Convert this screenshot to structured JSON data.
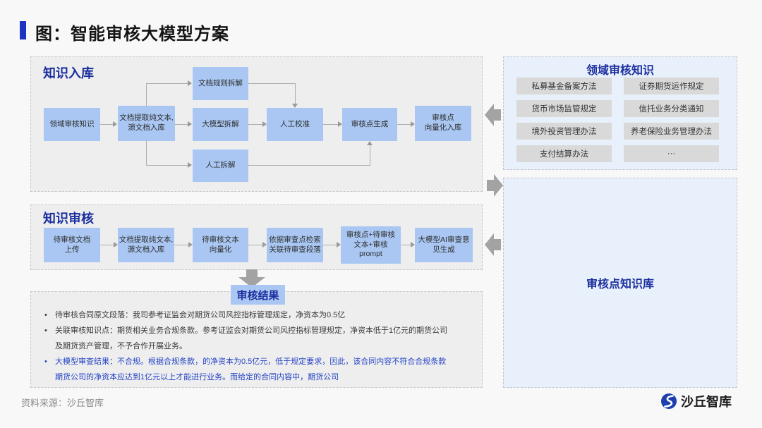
{
  "title": "图：智能审核大模型方案",
  "colors": {
    "accent_blue": "#1d33c4",
    "header_blue": "#1c2f9e",
    "flow_box_blue": "#a9c7f2",
    "panel_gray": "#eeeeef",
    "panel_light_blue": "#e8f1fb",
    "knowledge_chip_gray": "#d9d9d9",
    "arrow_gray": "#a3a3a3",
    "highlight_text_blue": "#2443c4"
  },
  "ingest": {
    "header": "知识入库",
    "boxes": [
      "领域审核知识",
      "文档提取纯文本,\n源文档入库",
      "文档规则拆解",
      "大模型拆解",
      "人工拆解",
      "人工校准",
      "审核点生成",
      "审核点\n向量化入库"
    ]
  },
  "audit": {
    "header": "知识审核",
    "boxes": [
      "待审核文档\n上传",
      "文档提取纯文本,\n源文档入库",
      "待审核文本\n向量化",
      "依据审查点检索\n关联待审查段落",
      "审核点+待审核\n文本+审核\nprompt",
      "大模型AI审查意\n见生成"
    ]
  },
  "domain_knowledge": {
    "header": "领域审核知识",
    "items": [
      "私募基金备案方法",
      "证券期货运作规定",
      "货币市场监管规定",
      "信托业务分类通知",
      "境外投资管理办法",
      "养老保险业务管理办法",
      "支付结算办法",
      "···"
    ]
  },
  "audit_point_kb": {
    "label": "审核点知识库"
  },
  "results": {
    "label": "审核结果",
    "bullets": [
      {
        "text": "待审核合同原文段落：我司参考证监会对期货公司风控指标管理规定，净资本为0.5亿"
      },
      {
        "text": "关联审核知识点：期货相关业务合规条款。参考证监会对期货公司风控指标管理规定，净资本低于1亿元的期货公司\n及期货资产管理，不予合作开展业务。"
      },
      {
        "text": "大模型审查结果：不合规。根据合规条款，的净资本为0.5亿元，低于规定要求，因此，该合同内容不符合合规条款\n期货公司的净资本应达到1亿元以上才能进行业务。而给定的合同内容中，期货公司"
      }
    ]
  },
  "footer": {
    "source": "资料来源：沙丘智库",
    "logo_text": "沙丘智库"
  }
}
